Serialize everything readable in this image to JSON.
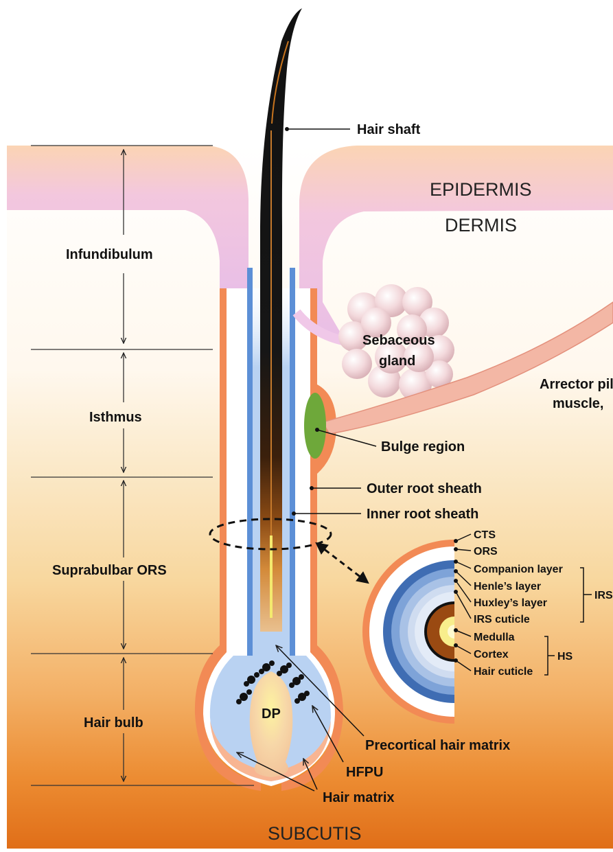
{
  "regions": {
    "epidermis": "EPIDERMIS",
    "dermis": "DERMIS",
    "subcutis": "SUBCUTIS"
  },
  "segments": {
    "infundibulum": "Infundibulum",
    "isthmus": "Isthmus",
    "suprabulbar": "Suprabulbar ORS",
    "hair_bulb": "Hair bulb"
  },
  "structures": {
    "hair_shaft": "Hair shaft",
    "sebaceous_line1": "Sebaceous",
    "sebaceous_line2": "gland",
    "arrector_line1": "Arrector pili",
    "arrector_line2": "muscle,",
    "bulge": "Bulge region",
    "outer_root_sheath": "Outer root sheath",
    "inner_root_sheath": "Inner root sheath",
    "dp": "DP",
    "precortical": "Precortical hair matrix",
    "hfpu": "HFPU",
    "hair_matrix": "Hair matrix"
  },
  "cross_section": {
    "layers": [
      "CTS",
      "ORS",
      "Companion layer",
      "Henle’s layer",
      "Huxley’s layer",
      "IRS cuticle",
      "Medulla",
      "Cortex",
      "Hair cuticle"
    ],
    "group_irs": "IRS",
    "group_hs": "HS"
  },
  "colors": {
    "epidermis_pink": "#ecc0e6",
    "skin_peach": "#f9c49a",
    "ors_orange": "#f28a55",
    "irs_blue": "#5c8fd6",
    "shaft_black": "#151515",
    "bulge_green": "#6ea83a",
    "subcutis_orange": "#e8721f"
  }
}
